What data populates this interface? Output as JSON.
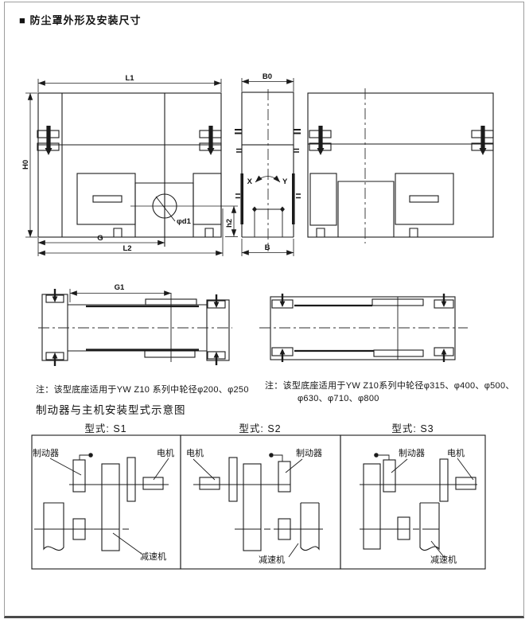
{
  "page": {
    "title": "■ 防尘罩外形及安装尺寸"
  },
  "drawing": {
    "dim_labels": {
      "L1": "L1",
      "H0": "H0",
      "B0": "B0",
      "G": "G",
      "L2": "L2",
      "B": "B",
      "G1": "G1",
      "phi_d1": "φd1",
      "h2": "h2",
      "X": "X",
      "Y": "Y"
    }
  },
  "notes": {
    "note_small": "注：该型底座适用于YW Z10 系列中轮径φ200、φ250",
    "note_large_line1": "注：该型底座适用于YW Z10系列中轮径φ315、φ400、φ500、",
    "note_large_line2": "φ630、φ710、φ800"
  },
  "installation_section": {
    "heading": "制动器与主机安装型式示意图",
    "types": [
      {
        "title": "型式: S1",
        "brake_label": "制动器",
        "motor_label": "电机",
        "reducer_label": "减速机"
      },
      {
        "title": "型式: S2",
        "brake_label": "制动器",
        "motor_label": "电机",
        "reducer_label": "减速机"
      },
      {
        "title": "型式: S3",
        "brake_label": "制动器",
        "motor_label": "电机",
        "reducer_label": "减速机"
      }
    ]
  },
  "colors": {
    "line": "#1b1b1b",
    "page_border": "#9d9d9d",
    "background": "#ffffff"
  }
}
